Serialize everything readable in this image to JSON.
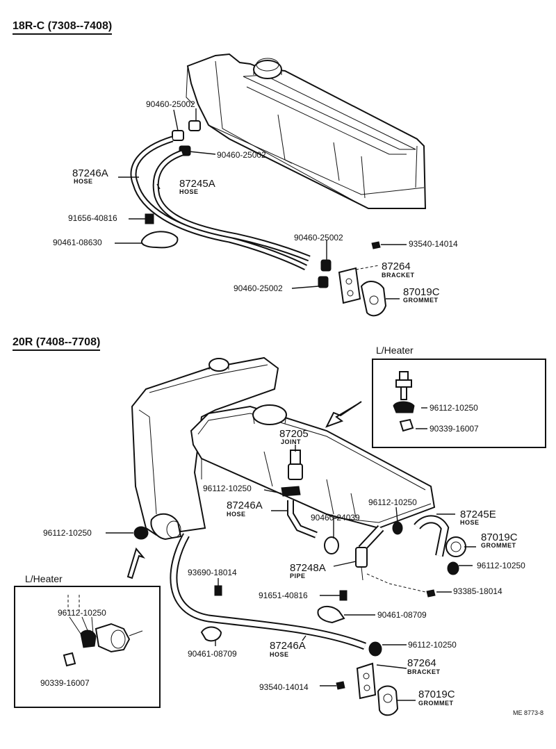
{
  "sections": {
    "top": "18R-C (7308--7408)",
    "bottom": "20R (7408--7708)"
  },
  "top_labels": {
    "p_90460_25002_a": "90460-25002",
    "p_90460_25002_b": "90460-25002",
    "p_87246A": "87246A",
    "p_87246A_name": "HOSE",
    "p_87245A": "87245A",
    "p_87245A_name": "HOSE",
    "p_91656_40816": "91656-40816",
    "p_90461_08630": "90461-08630",
    "p_90460_25002_c": "90460-25002",
    "p_93540_14014": "93540-14014",
    "p_87264": "87264",
    "p_87264_name": "BRACKET",
    "p_90460_25002_d": "90460-25002",
    "p_87019C": "87019C",
    "p_87019C_name": "GROMMET"
  },
  "bottom_labels": {
    "heater_box_right": "L/Heater",
    "p_96112_10250_r1": "96112-10250",
    "p_90339_16007_r": "90339-16007",
    "p_87205": "87205",
    "p_87205_name": "JOINT",
    "p_96112_10250_a": "96112-10250",
    "p_87246A_mid": "87246A",
    "p_87246A_mid_name": "HOSE",
    "p_96112_10250_b": "96112-10250",
    "p_90460_24039": "90460-24039",
    "p_87245E": "87245E",
    "p_87245E_name": "HOSE",
    "p_96112_10250_c": "96112-10250",
    "p_87019C_mid": "87019C",
    "p_87019C_mid_name": "GROMMET",
    "p_96112_10250_d": "96112-10250",
    "p_87248A": "87248A",
    "p_87248A_name": "PIPE",
    "p_93690_18014": "93690-18014",
    "p_91651_40816": "91651-40816",
    "p_93385_18014": "93385-18014",
    "heater_box_left": "L/Heater",
    "p_96112_10250_l": "96112-10250",
    "p_90339_16007_l": "90339-16007",
    "p_90461_08709_a": "90461-08709",
    "p_90461_08709_b": "90461-08709",
    "p_87246A_low": "87246A",
    "p_87246A_low_name": "HOSE",
    "p_96112_10250_e": "96112-10250",
    "p_87264_low": "87264",
    "p_87264_low_name": "BRACKET",
    "p_93540_14014_low": "93540-14014",
    "p_87019C_low": "87019C",
    "p_87019C_low_name": "GROMMET"
  },
  "ref_code": "ME  8773-8"
}
